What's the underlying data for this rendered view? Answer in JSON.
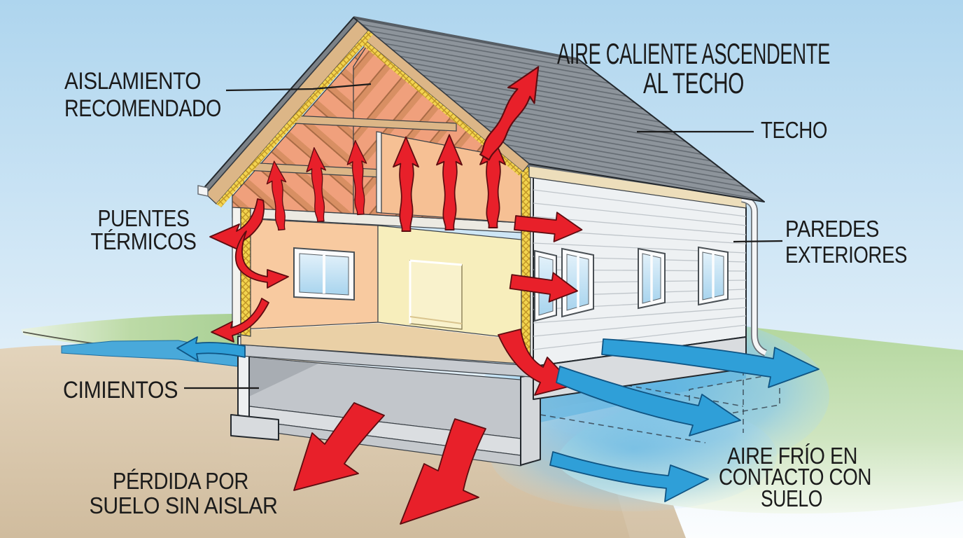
{
  "diagram": {
    "language": "es",
    "subject": "Pérdidas de calor en una casa (corte transversal)",
    "labels": {
      "aislamiento": {
        "line1": "AISLAMIENTO",
        "line2": "RECOMENDADO"
      },
      "aire_caliente": {
        "line1": "AIRE CALIENTE ASCENDENTE",
        "line2": "AL TECHO"
      },
      "techo": {
        "text": "TECHO"
      },
      "puentes_termicos": {
        "line1": "PUENTES",
        "line2": "TÉRMICOS"
      },
      "paredes_exteriores": {
        "line1": "PAREDES",
        "line2": "EXTERIORES"
      },
      "cimientos": {
        "text": "CIMIENTOS"
      },
      "perdida_suelo": {
        "line1": "PÉRDIDA POR",
        "line2": "SUELO SIN AISLAR"
      },
      "aire_frio": {
        "line1": "AIRE FRÍO EN",
        "line2": "CONTACTO CON",
        "line3": "SUELO"
      }
    },
    "colors": {
      "heat_arrow": "#e8202a",
      "cold_arrow": "#2f9fd8",
      "roof": "#8d949b",
      "siding": "#eef1f3",
      "attic_interior": "#f0a07c",
      "wall_peach": "#f8caa0",
      "room_yellow": "#f7eebc",
      "insulation_yellow": "#f3d44f",
      "foundation_gray": "#c9cdd1",
      "ground_tan": "#dccaaf",
      "grass_green": "#b9d9a3",
      "sky_blue": "#b3d8ef",
      "label_text": "#1b1b1b"
    }
  }
}
